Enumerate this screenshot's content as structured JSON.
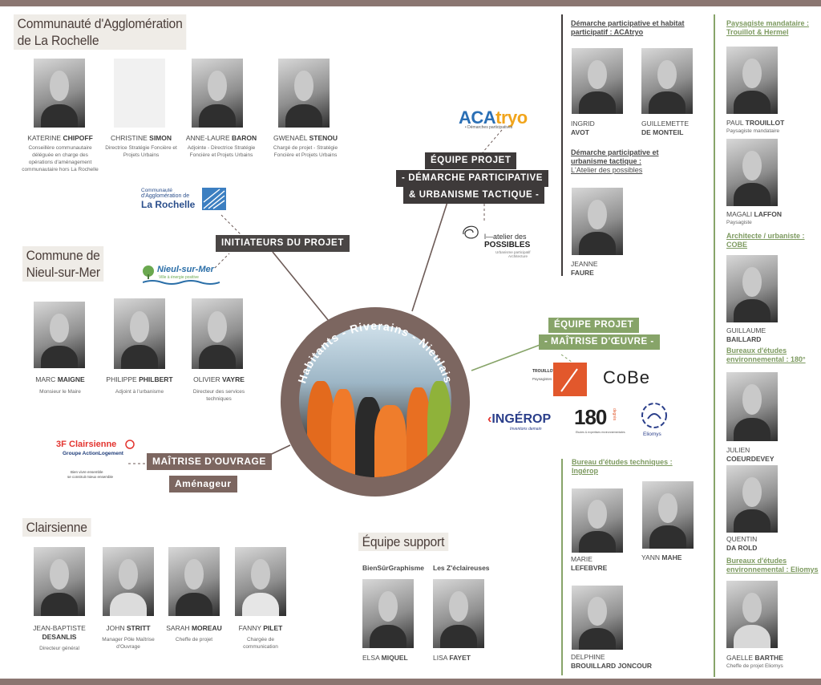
{
  "center": {
    "label": "Habitants - Riverains - Nieulais"
  },
  "labels": {
    "initiateurs": "INITIATEURS DU PROJET",
    "equipe_dp_1": "ÉQUIPE PROJET",
    "equipe_dp_2": "- DÉMARCHE PARTICIPATIVE",
    "equipe_dp_3": "& URBANISME TACTIQUE -",
    "equipe_moe_1": "ÉQUIPE PROJET",
    "equipe_moe_2": "- MAÎTRISE D'ŒUVRE -",
    "moa": "MAÎTRISE D'OUVRAGE",
    "amenageur": "Aménageur"
  },
  "sections": {
    "cda": "Communauté d'Agglomération de La Rochelle",
    "cda_l1": "Communauté d'Agglomération",
    "cda_l2": "de La Rochelle",
    "nieul_l1": "Commune de",
    "nieul_l2": "Nieul-sur-Mer",
    "clairsienne": "Clairsienne",
    "support": "Équipe support"
  },
  "logos": {
    "cda_l1": "Communauté",
    "cda_l2": "d'Agglomération de",
    "cda_l3": "La Rochelle",
    "nieul": "Nieul-sur-Mer",
    "nieul_sub": "Ville à énergie positive",
    "clair_1": "3F",
    "clair_2": "Clairsienne",
    "clair_3": "Groupe ActionLogement",
    "clair_4": "Bien vivre ensemble",
    "clair_5": "se construit mieux ensemble",
    "acatryo_a": "ACA",
    "acatryo_b": "tryo",
    "acatryo_sub": "• Démarches participatives",
    "atelier_1": "l—atelier des",
    "atelier_2": "POSSIBLES",
    "atelier_3": "Urbanisme participatif",
    "atelier_4": "Architecture",
    "trouillot_1": "TROUILLOT & HERMEL",
    "trouillot_2": "Paysagistes",
    "cobe": "CoBe",
    "ingerop": "INGÉROP",
    "ingerop_sub": "Inventons demain",
    "x180_num": "180",
    "x180_sup": "degrés",
    "x180_sub": "Etudes & expertises environnementales",
    "eliomys": "Eliomys"
  },
  "cda_people": [
    {
      "first": "KATERINE",
      "last": "CHIPOFF",
      "role": "Conseillère communautaire déléguée en charge des opérations d'aménagement communautaire hors La Rochelle"
    },
    {
      "first": "CHRISTINE",
      "last": "SIMON",
      "role": "Directrice Stratégie Foncière et Projets Urbains"
    },
    {
      "first": "ANNE-LAURE",
      "last": "BARON",
      "role": "Adjointe - Directrice Stratégie Foncière et Projets Urbains"
    },
    {
      "first": "GWENAËL",
      "last": "STENOU",
      "role": "Chargé de projet - Stratégie Foncière et Projets Urbains"
    }
  ],
  "nieul_people": [
    {
      "first": "MARC",
      "last": "MAIGNE",
      "role": "Monsieur le Maire"
    },
    {
      "first": "PHILIPPE",
      "last": "PHILBERT",
      "role": "Adjoint à l'urbanisme"
    },
    {
      "first": "OLIVIER",
      "last": "VAYRE",
      "role": "Directeur des services techniques"
    }
  ],
  "clair_people": [
    {
      "first": "JEAN-BAPTISTE",
      "last": "DESANLIS",
      "role": "Directeur général"
    },
    {
      "first": "JOHN",
      "last": "STRITT",
      "role": "Manager Pôle Maîtrise d'Ouvrage"
    },
    {
      "first": "SARAH",
      "last": "MOREAU",
      "role": "Cheffe de projet"
    },
    {
      "first": "FANNY",
      "last": "PILET",
      "role": "Chargée de communication"
    }
  ],
  "support": {
    "bsg": "BienSûrGraphisme",
    "eclaireuses": "Les Z'éclaireuses",
    "p1_first": "ELSA",
    "p1_last": "MIQUEL",
    "p2_first": "LISA",
    "p2_last": "FAYET"
  },
  "dp_panel": {
    "h1": "Démarche participative et habitat participatif : ACAtryo",
    "h1_l1": "Démarche participative et habitat",
    "h1_l2": "participatif : ACAtryo",
    "ingrid_first": "INGRID",
    "ingrid_last": "AVOT",
    "guill_first": "GUILLEMETTE",
    "guill_last": "DE MONTEIL",
    "h2_l1": "Démarche participative et",
    "h2_l2": "urbanisme tactique :",
    "h2_l3": "L'Atelier des possibles",
    "jeanne_first": "JEANNE",
    "jeanne_last": "FAURE"
  },
  "bet_panel": {
    "h_l1": "Bureau d'études techniques :",
    "h_l2": "Ingérop",
    "marie_first": "MARIE",
    "marie_last": "LEFEBVRE",
    "yann_first": "YANN",
    "yann_last": "MAHE",
    "delphine_first": "DELPHINE",
    "delphine_last": "BROUILLARD JONCOUR"
  },
  "right_panel": {
    "h1_l1": "Paysagiste mandataire :",
    "h1_l2": "Trouillot & Hermel",
    "paul_first": "PAUL",
    "paul_last": "TROUILLOT",
    "paul_role": "Paysagiste mandataire",
    "magali_first": "MAGALI",
    "magali_last": "LAFFON",
    "magali_role": "Paysagiste",
    "h2_l1": "Architecte / urbaniste :",
    "h2_l2": "COBE",
    "guillaume_first": "GUILLAUME",
    "guillaume_last": "BAILLARD",
    "h3_l1": "Bureaux d'études",
    "h3_l2": "environnemental : 180°",
    "julien_first": "JULIEN",
    "julien_last": "COEURDEVEY",
    "quentin_first": "QUENTIN",
    "quentin_last": "DA ROLD",
    "h4_l1": "Bureaux d'études",
    "h4_l2": "environnemental : Eliomys",
    "gaelle_first": "GAELLE",
    "gaelle_last": "BARTHE",
    "gaelle_role": "Cheffe de projet Eliomys"
  },
  "colors": {
    "brown": "#7c6660",
    "green": "#87a469",
    "dark": "#3e3a3a"
  }
}
